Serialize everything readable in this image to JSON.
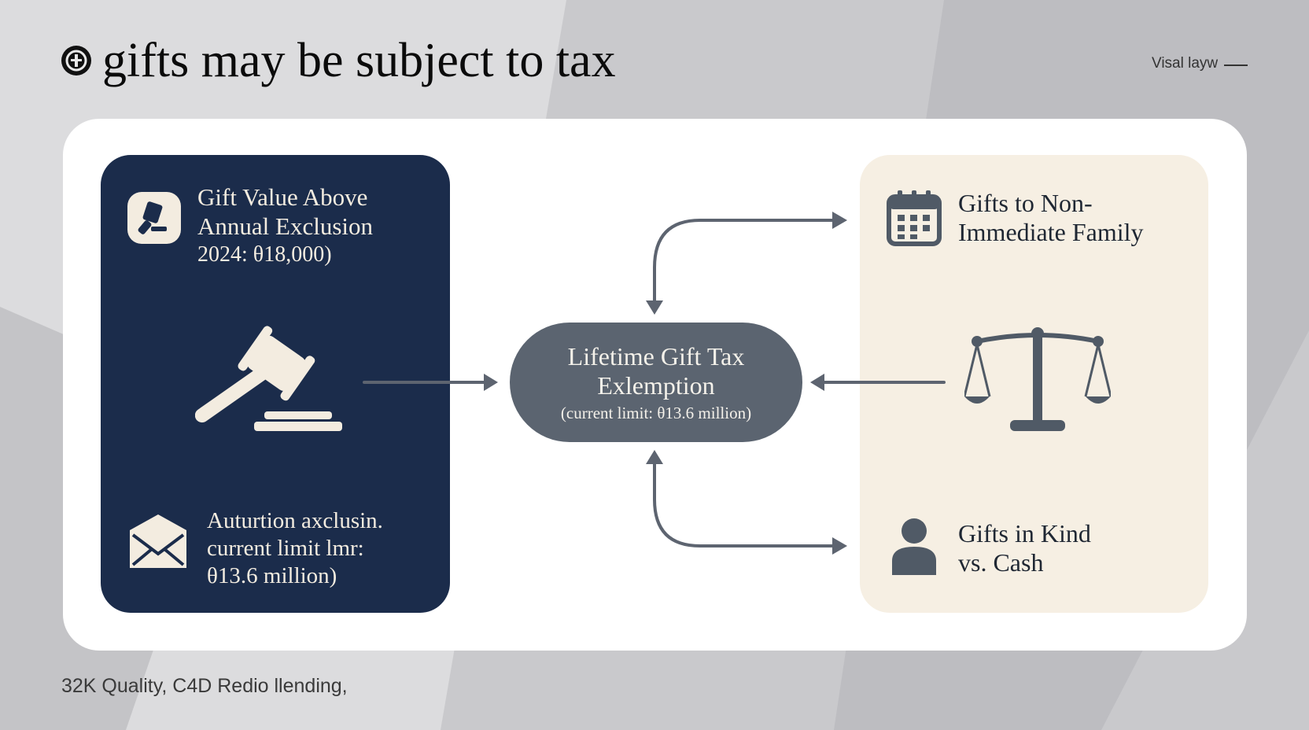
{
  "header": {
    "title": "gifts may be subject to tax",
    "corner_label": "Visal layw"
  },
  "left_card": {
    "heading_lines": [
      "Gift Value Above",
      "Annual Exclusion"
    ],
    "subline": "2024: θ18,000)",
    "bottom_lines": [
      "Auturtion axclusin.",
      "current limit lmr:",
      "θ13.6 million)"
    ]
  },
  "center": {
    "title_lines": [
      "Lifetime Gift Tax",
      "Exlemption"
    ],
    "subtitle": "(current limit: θ13.6 million)"
  },
  "right_card": {
    "top_heading_lines": [
      "Gifts to Non-",
      "Immediate Family"
    ],
    "bottom_heading_lines": [
      "Gifts in Kind",
      "vs. Cash"
    ]
  },
  "footer": {
    "text": "32K Quality, C4D Redio llending,"
  },
  "icons": {
    "title": "coin-icon",
    "left_badge": "gavel-badge-icon",
    "left_main": "gavel-icon",
    "left_bottom": "envelope-icon",
    "right_top": "calendar-icon",
    "right_middle": "scales-icon",
    "right_bottom": "person-icon"
  },
  "colors": {
    "navy_card": "#1b2c4b",
    "cream_card": "#f6efe3",
    "center_pill": "#5b6470",
    "arrow": "#5d6470"
  }
}
